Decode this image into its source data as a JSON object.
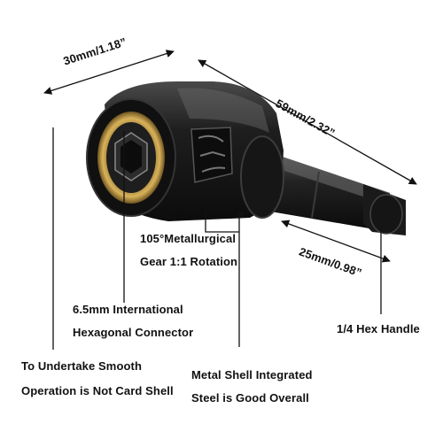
{
  "dimensions": {
    "top_width": "30mm/1.18”",
    "total_length": "59mm/2.32”",
    "shaft_length": "25mm/0.98”"
  },
  "callouts": {
    "gear_line1": "105°Metallurgical",
    "gear_line2": "Gear 1:1 Rotation",
    "connector_line1": "6.5mm International",
    "connector_line2": "Hexagonal Connector",
    "smooth_line1": "To Undertake Smooth",
    "smooth_line2": "Operation is Not Card Shell",
    "shell_line1": "Metal Shell Integrated",
    "shell_line2": "Steel is Good Overall",
    "handle": "1/4 Hex Handle"
  },
  "colors": {
    "body": "#1b1b1b",
    "highlight": "#5a5a5a",
    "gold_ring": "#c9a24a",
    "hex_shaft": "#2a2a2a",
    "lines": "#111111"
  }
}
